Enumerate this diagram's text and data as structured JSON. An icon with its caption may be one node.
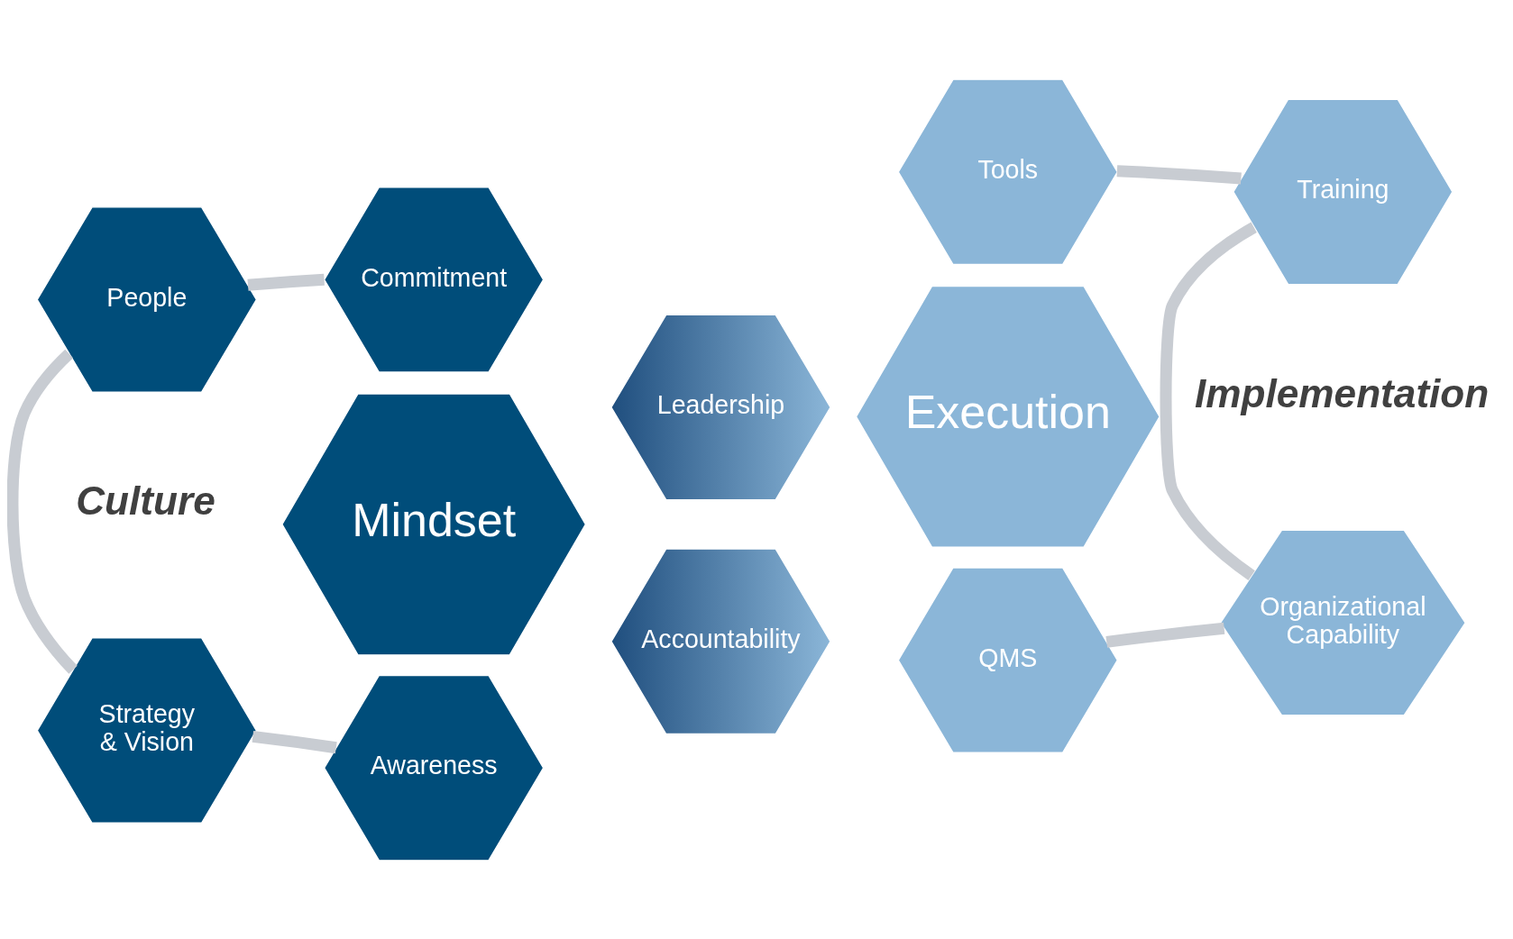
{
  "diagram": {
    "nodes": [
      {
        "text": [
          "Awareness"
        ]
      },
      {
        "text": [
          "Strategy & Vision"
        ]
      },
      {
        "text": [
          "Accountability"
        ]
      },
      {
        "text": [
          "QMS"
        ]
      },
      {
        "text": [
          "Organizational Capability"
        ]
      },
      {
        "text": [
          "Mindset"
        ]
      },
      {
        "text": [
          "Execution"
        ]
      },
      {
        "text": [
          "People"
        ]
      },
      {
        "text": [
          "Leadership"
        ]
      },
      {
        "text": [
          "Training"
        ]
      },
      {
        "text": [
          "Commitment"
        ]
      },
      {
        "text": [
          "Tools"
        ]
      }
    ],
    "edges": [
      {
        "from": 0,
        "to": 1,
        "arrow": "none"
      },
      {
        "from": 1,
        "to": 7,
        "arrow": "none"
      },
      {
        "from": 7,
        "to": 10,
        "arrow": "none"
      },
      {
        "from": 3,
        "to": 4,
        "arrow": "none"
      },
      {
        "from": 4,
        "to": 9,
        "arrow": "none"
      },
      {
        "from": 9,
        "to": 11,
        "arrow": "none"
      }
    ],
    "labels": [
      "Culture",
      "Implementation"
    ]
  }
}
